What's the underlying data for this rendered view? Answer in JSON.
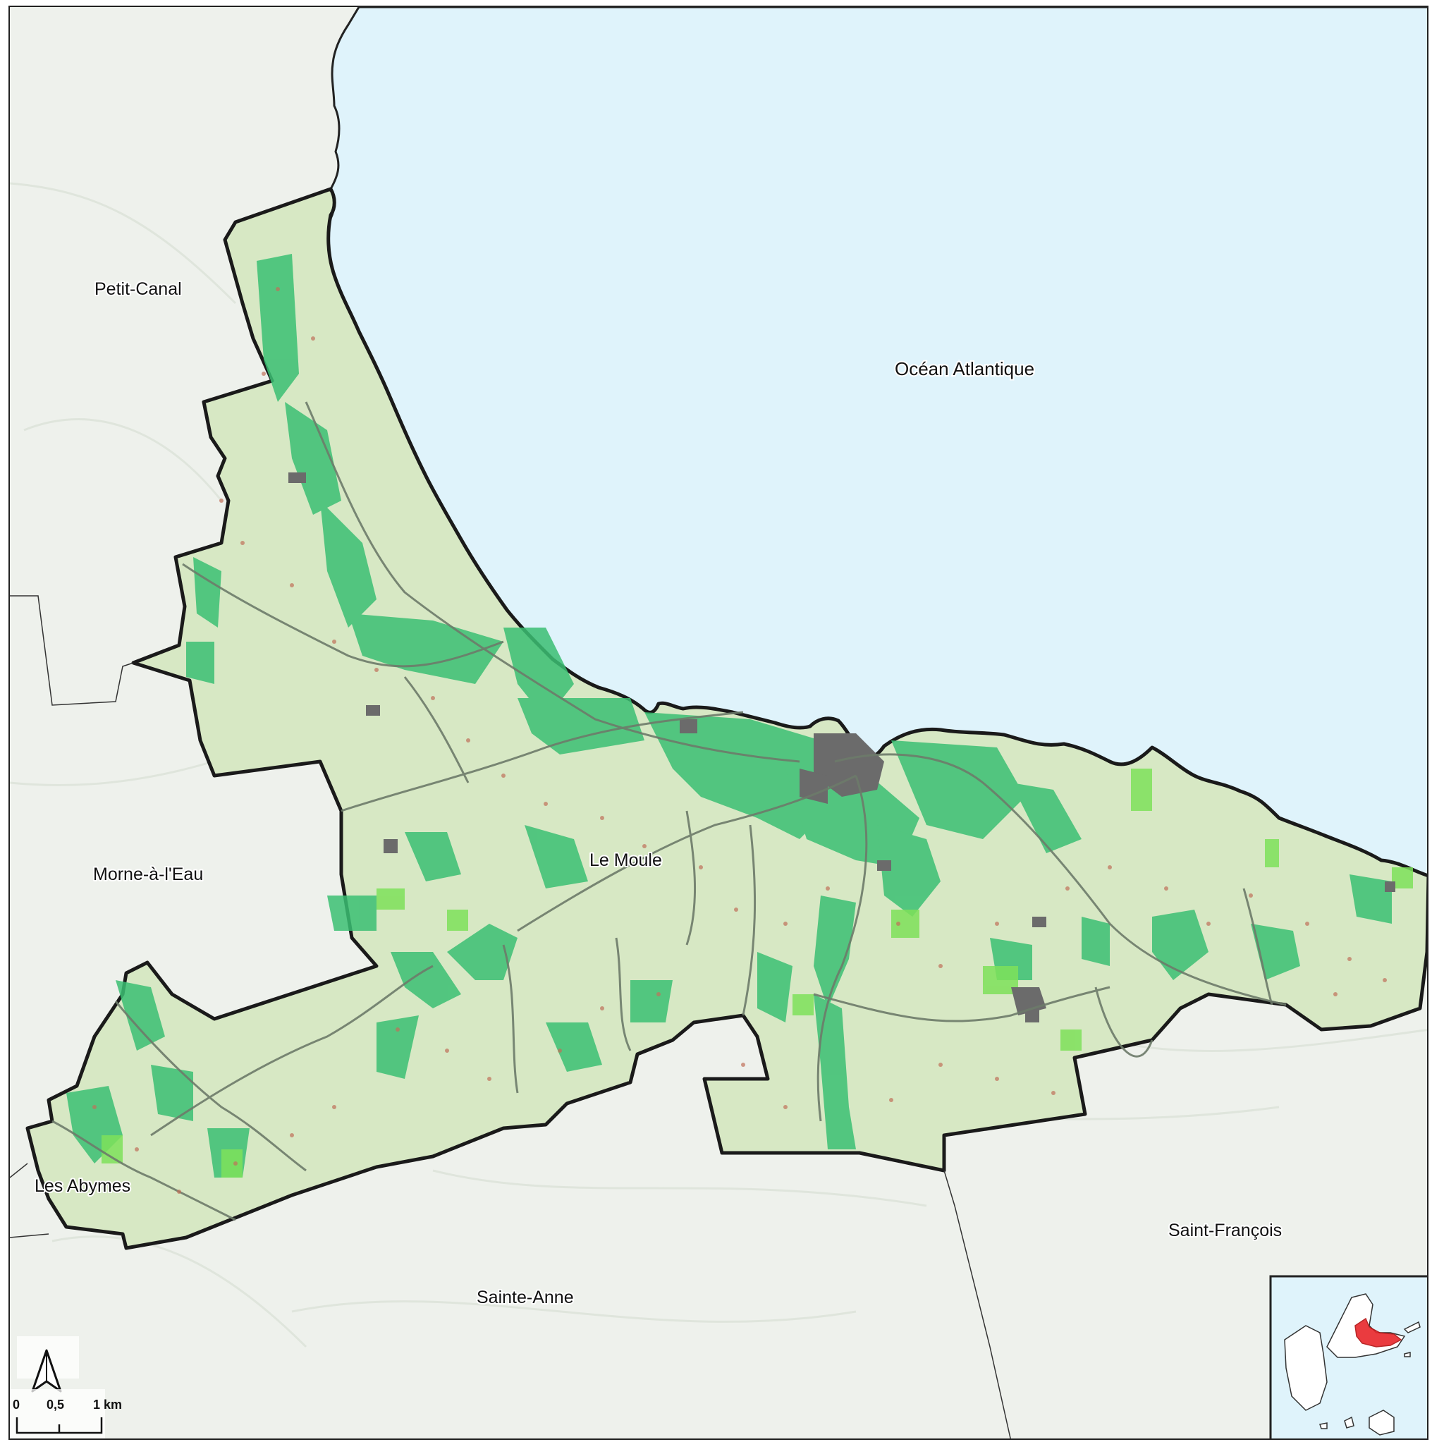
{
  "ocean": {
    "label": "Océan Atlantique"
  },
  "labels": {
    "petit_canal": "Petit-Canal",
    "morne_a_leau": "Morne-à-l'Eau",
    "le_moule": "Le Moule",
    "les_abymes": "Les Abymes",
    "sainte_anne": "Sainte-Anne",
    "saint_francois": "Saint-François"
  },
  "scale_bar": {
    "tick_0": "0",
    "tick_mid": "0,5",
    "tick_end": "1 km"
  },
  "north_arrow": {
    "icon": "north-arrow-icon"
  },
  "inset": {
    "highlight_color": "#e8262b"
  },
  "colors": {
    "ocean": "#dff3fb",
    "land_outside": "#eef1ec",
    "commune_fill": "#d7e8c4",
    "vegetation_dark": "#3bbf73",
    "vegetation_light": "#7ee05a",
    "built_up": "#6b6b6b",
    "boundary": "#1a1a1a",
    "roads": "#6d7b6a",
    "points": "#c0705a"
  }
}
